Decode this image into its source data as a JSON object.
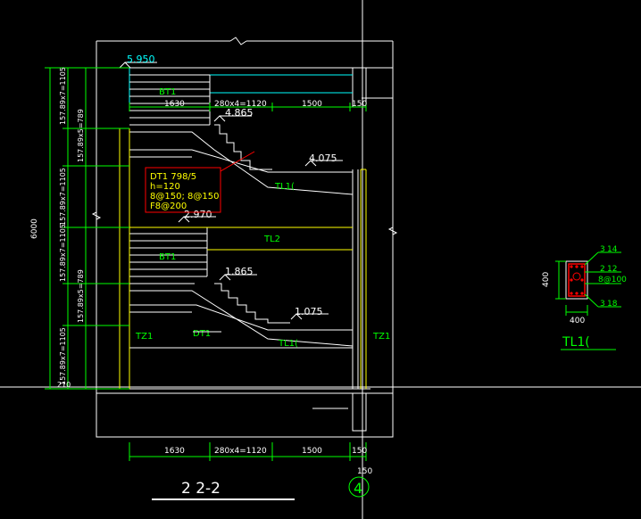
{
  "colors": {
    "background": "#000000",
    "white_line": "#ffffff",
    "green": "#00ff00",
    "yellow": "#ffff00",
    "cyan": "#00ffff",
    "red": "#ff0000",
    "magenta": "#ff00ff"
  },
  "elevations": {
    "top": "5.950",
    "upper_landing": "4.865",
    "upper_mid": "4.075",
    "middle": "2.970",
    "lower_landing": "1.865",
    "lower_mid": "1.075"
  },
  "dimensions": {
    "top_row": [
      "1630",
      "280x4=1120",
      "1500",
      "150"
    ],
    "bottom_row": [
      "1630",
      "280x4=1120",
      "1500",
      "150"
    ],
    "bottom_extra": "150",
    "total_height": "6000",
    "left_segments": [
      "157.89x7=1105",
      "157.89x5=789",
      "157.89x7=1105",
      "157.89x7=1105",
      "157.89x5=789",
      "157.89x7=1105"
    ],
    "left_bottom_fragment": "210"
  },
  "labels": {
    "bt1_upper": "BT1",
    "bt1_lower": "BT1",
    "tl1_upper": "TL1(",
    "tl1_lower": "TL1(",
    "tl2": "TL2",
    "tz1_left": "TZ1",
    "tz1_right": "TZ1",
    "dt1_lower": "DT1",
    "right_tag_upper": "",
    "right_tag_lower": ""
  },
  "annotation_box": {
    "line1": "DT1  798/5",
    "line2": "h=120",
    "line3": "8@150; 8@150",
    "line4": "F8@200"
  },
  "section_detail": {
    "top_bars": "3",
    "top_bars_suffix": "14",
    "side_bars": "2",
    "side_bars_suffix": "12",
    "stirrup": "8@100",
    "bottom_bars": "3",
    "bottom_bars_suffix": "18",
    "height": "400",
    "width": "400",
    "title": "TL1("
  },
  "title": {
    "main": "2  2-2",
    "suffix": "",
    "number": "4"
  }
}
